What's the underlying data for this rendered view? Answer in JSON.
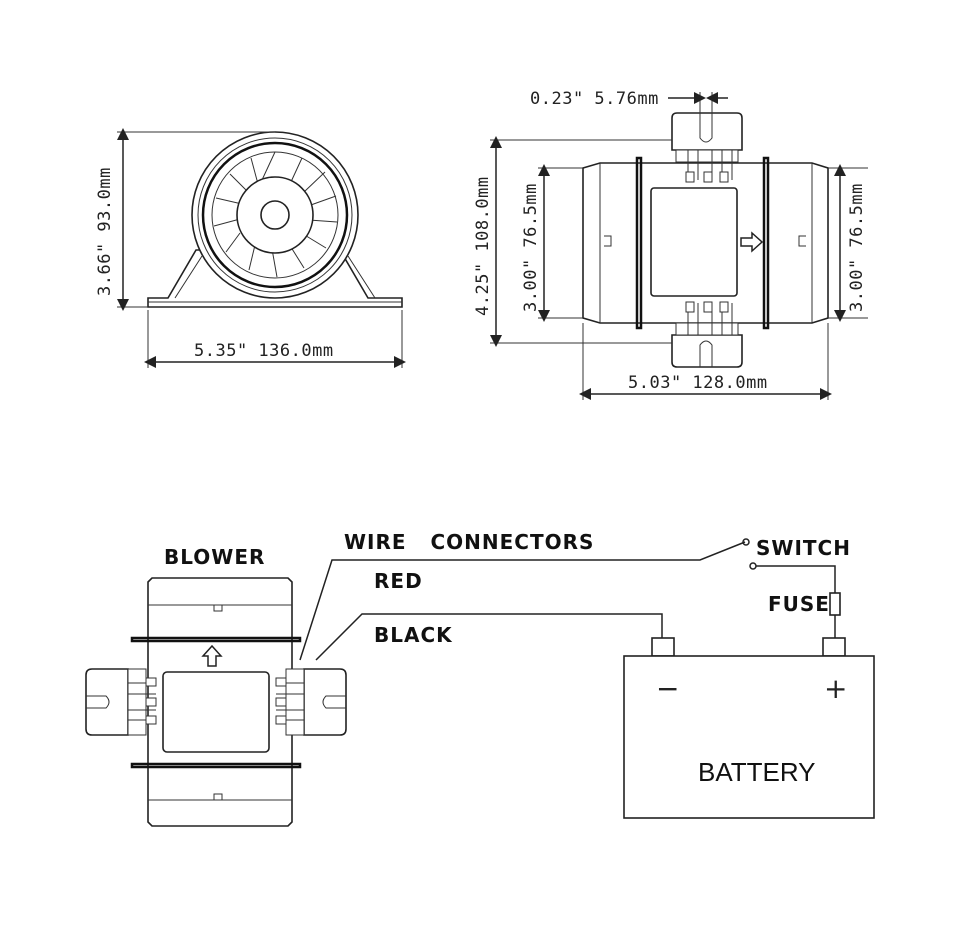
{
  "front_view": {
    "height_dim": "3.66\"  93.0mm",
    "width_dim": "5.35\"  136.0mm"
  },
  "top_view": {
    "tab_dim": "0.23\"  5.76mm",
    "overall_height_dim": "4.25\"  108.0mm",
    "left_body_dim": "3.00\"  76.5mm",
    "right_body_dim": "3.00\"  76.5mm",
    "length_dim": "5.03\"  128.0mm"
  },
  "wiring": {
    "blower_label": "BLOWER",
    "wire_connectors_label": "WIRE   CONNECTORS",
    "red_label": "RED",
    "black_label": "BLACK",
    "switch_label": "SWITCH",
    "fuse_label": "FUSE",
    "battery_label": "BATTERY",
    "negative_symbol": "−",
    "positive_symbol": "+"
  }
}
